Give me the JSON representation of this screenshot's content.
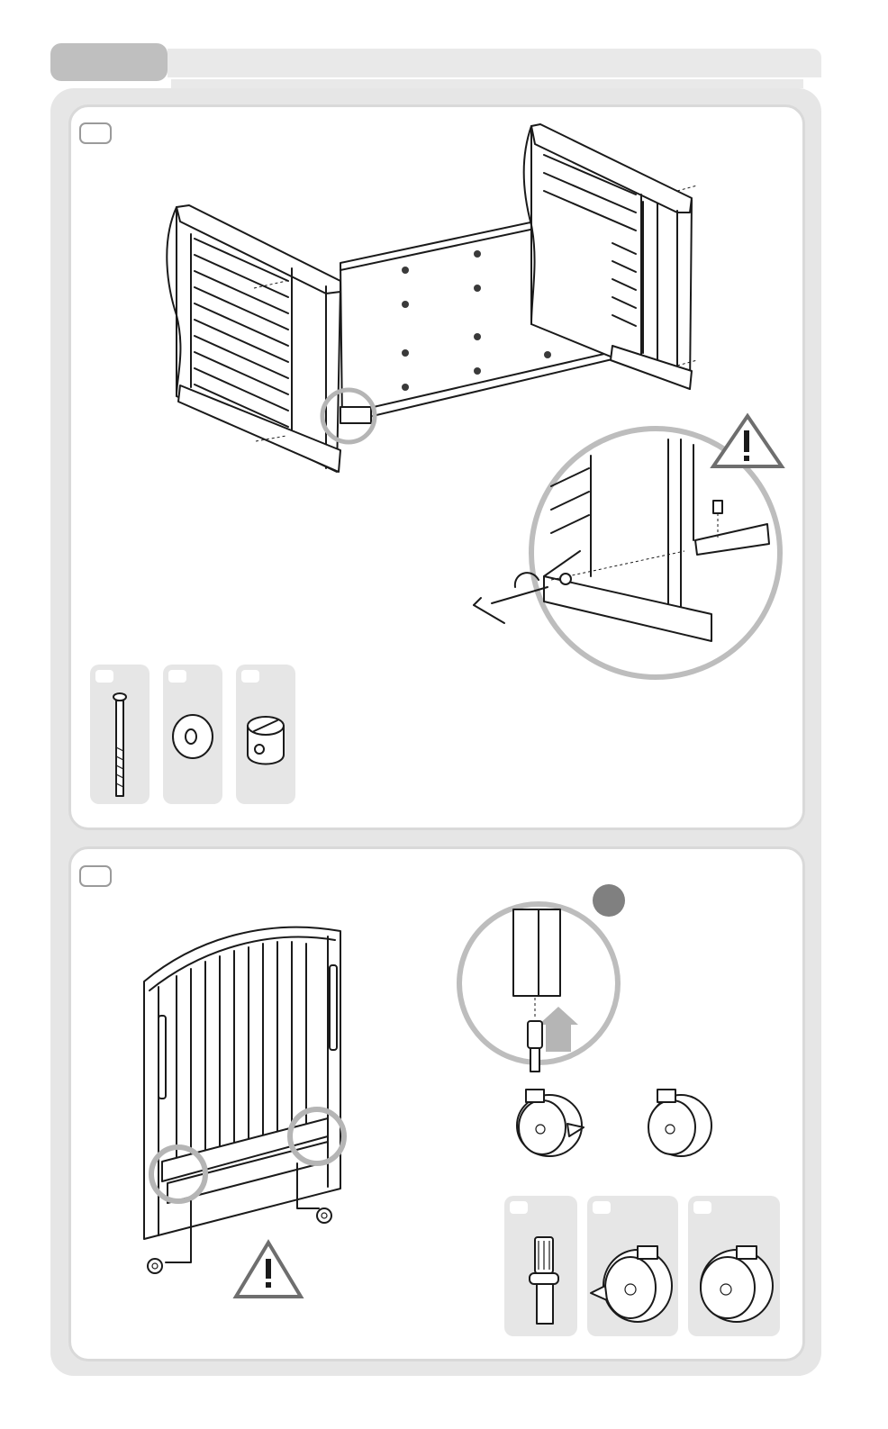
{
  "colors": {
    "header_tab": "#bfbfbf",
    "header_bar": "#e9e9e9",
    "frame": "#e6e6e6",
    "panel_border": "#d9d9d9",
    "highlight_ring": "#b5b5b5",
    "line_art": "#1a1a1a",
    "step_dot": "#808080"
  },
  "steps": [
    {
      "illustration": "crib-frame-assembly",
      "detail": "bolt-washer-barrel-nut-closeup",
      "warning_icon": "warning-triangle-icon",
      "parts": [
        {
          "icon": "bolt-icon"
        },
        {
          "icon": "washer-icon"
        },
        {
          "icon": "barrel-nut-icon"
        }
      ]
    },
    {
      "illustration": "end-panel-with-casters",
      "detail": "caster-stem-insert-closeup",
      "warning_icon": "warning-triangle-icon",
      "parts": [
        {
          "icon": "caster-stem-icon"
        },
        {
          "icon": "locking-caster-icon"
        },
        {
          "icon": "caster-icon"
        }
      ]
    }
  ]
}
